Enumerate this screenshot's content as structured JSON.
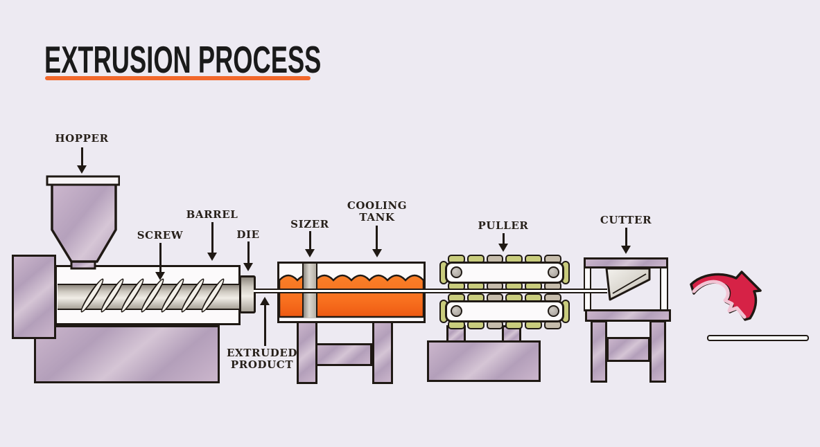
{
  "title": "EXTRUSION PROCESS",
  "labels": {
    "hopper": "HOPPER",
    "screw": "SCREW",
    "barrel": "BARREL",
    "die": "DIE",
    "sizer": "SIZER",
    "cooling_tank": [
      "COOLING",
      "TANK"
    ],
    "puller": "PULLER",
    "cutter": "CUTTER",
    "extruded_product": [
      "EXTRUDED",
      "PRODUCT"
    ]
  },
  "figure": {
    "type": "process-flow-diagram",
    "flow_order": [
      "HOPPER",
      "SCREW",
      "BARREL",
      "DIE",
      "EXTRUDED PRODUCT",
      "SIZER",
      "COOLING TANK",
      "PULLER",
      "CUTTER"
    ]
  },
  "colors": {
    "bg": "#edeaf2",
    "title": "#1a1a1a",
    "accent": "#f2682c",
    "outline": "#1f1914",
    "machine-purple-a": "#cbb6cc",
    "machine-purple-b": "#b39fba",
    "white-part": "#fcfafb",
    "liquid-orange": "#f8701f",
    "liquid-orange-deep": "#ee5a12",
    "pad-olive": "#c9cc7d",
    "roller-gray": "#a29c96",
    "arrow-red": "#d62246",
    "arrow-pink": "#f2c4d4"
  }
}
